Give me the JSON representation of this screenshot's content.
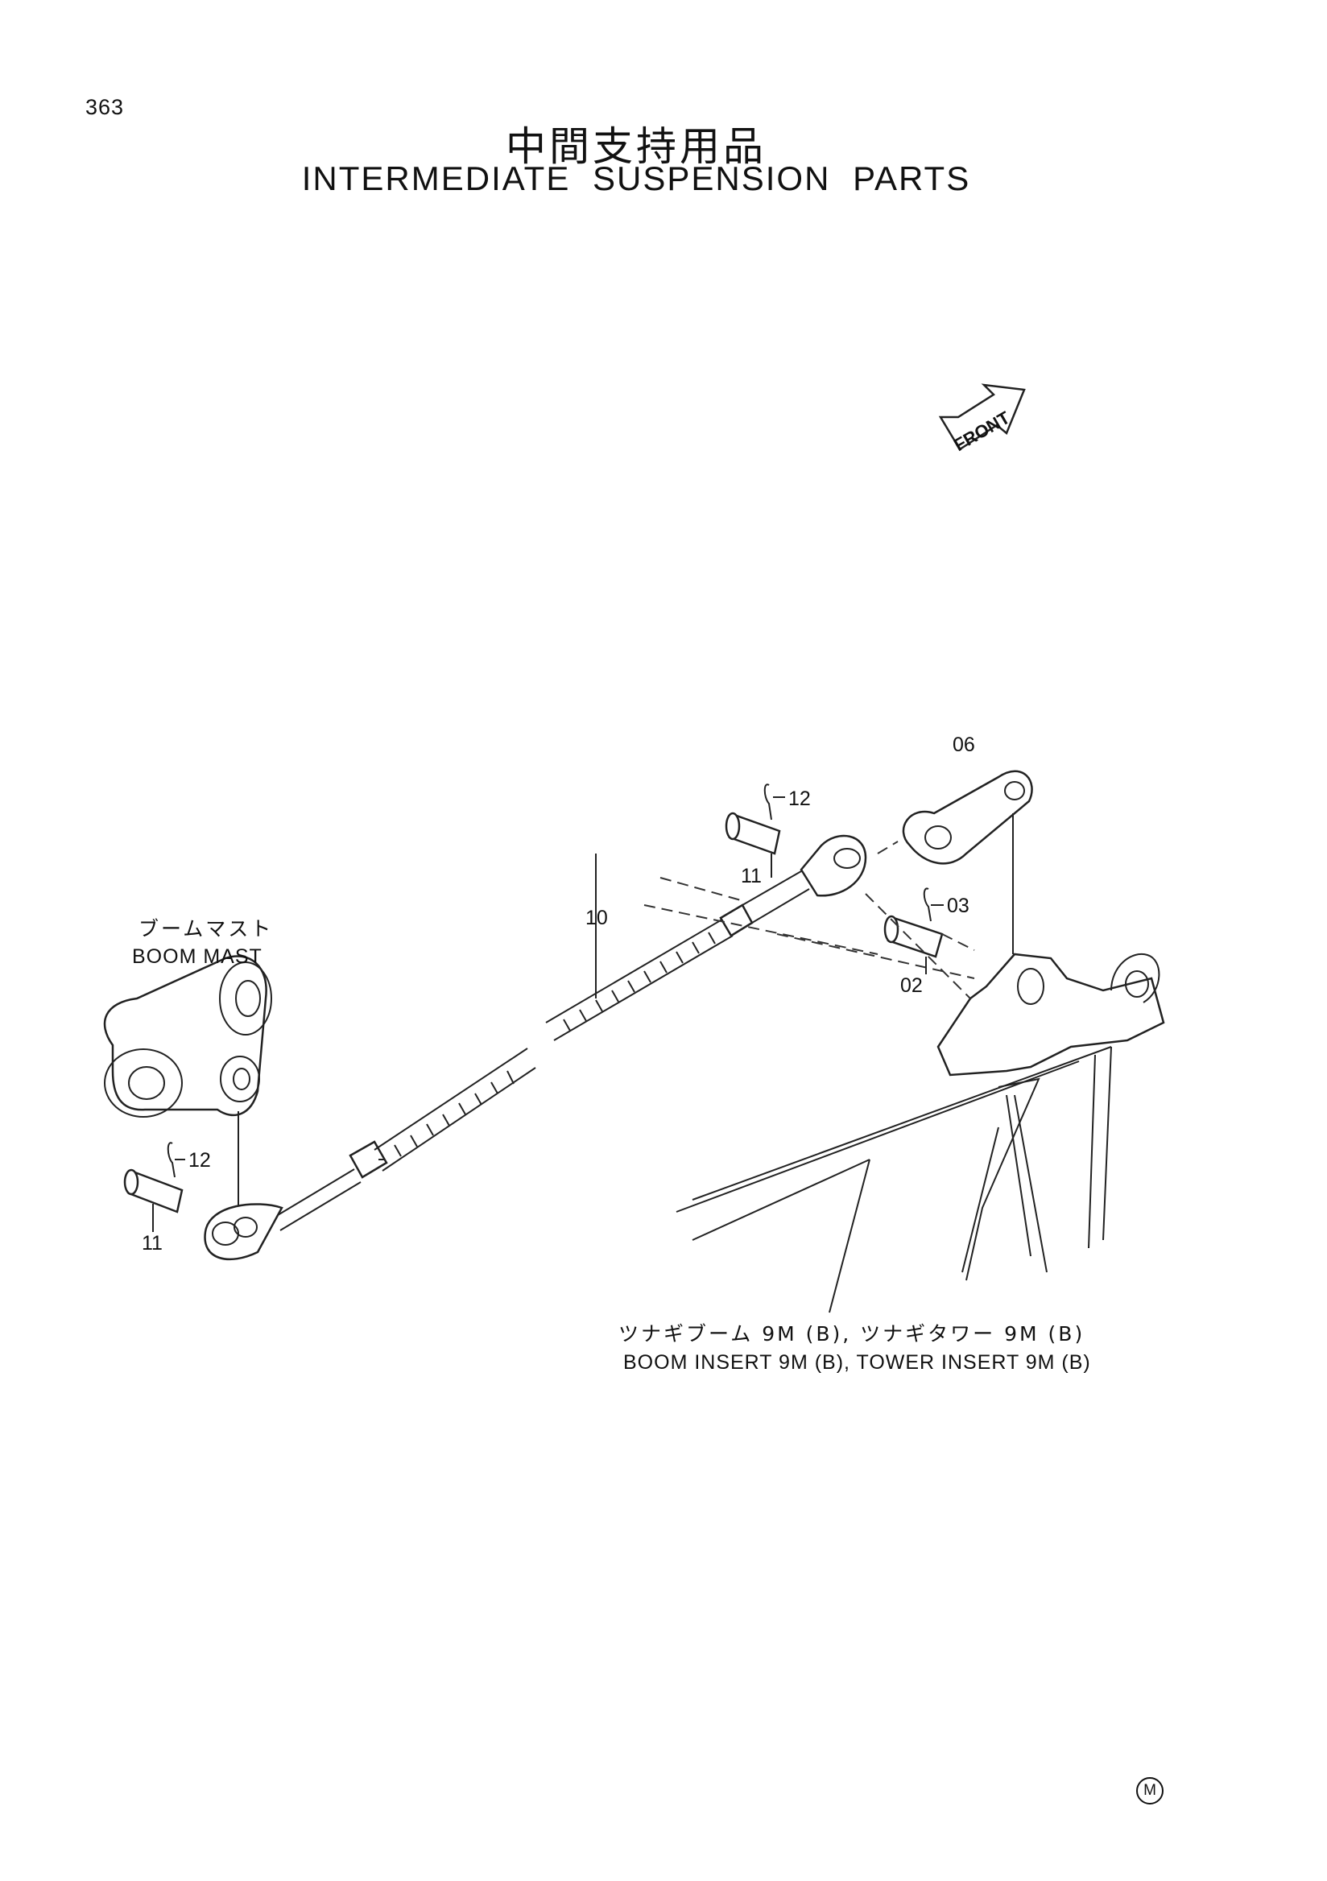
{
  "page_number": "363",
  "title_ja": "中間支持用品",
  "title_en": "INTERMEDIATE SUSPENSION PARTS",
  "front_arrow_label": "FRONT",
  "callouts": {
    "c06": "06",
    "c12_top": "12",
    "c11_top": "11",
    "c10": "10",
    "c03": "03",
    "c02": "02",
    "c12_left": "12",
    "c11_left": "11"
  },
  "labels": {
    "boom_mast_ja": "ブームマスト",
    "boom_mast_en": "BOOM MAST",
    "insert_ja": "ツナギブーム 9M (B), ツナギタワー 9M (B)",
    "insert_en": "BOOM INSERT 9M (B), TOWER INSERT 9M (B)"
  },
  "corner_mark": "M"
}
